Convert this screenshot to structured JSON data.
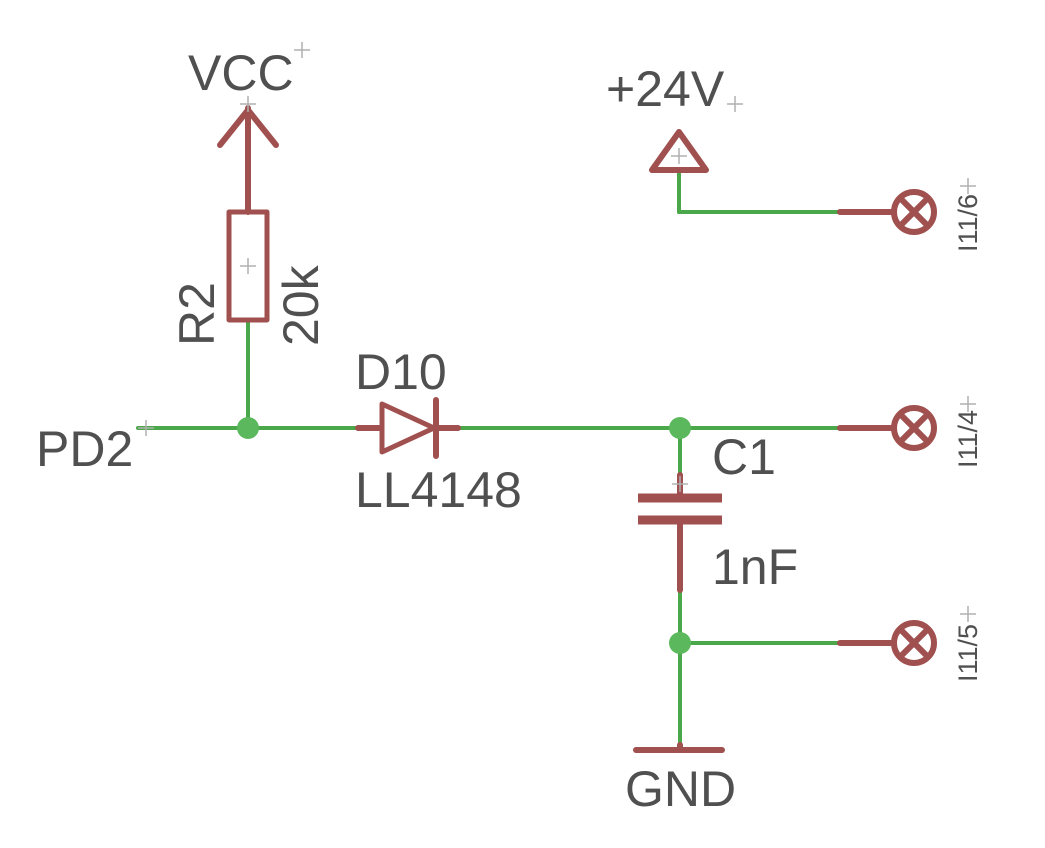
{
  "colors": {
    "wire": "#4aa84a",
    "symbol": "#a0504e",
    "junction": "#5cb85c",
    "text": "#505050",
    "origin": "#b0b0b0"
  },
  "labels": {
    "vcc": "VCC",
    "plus24": "+24V",
    "gnd": "GND",
    "net_pd2": "PD2"
  },
  "components": {
    "resistor": {
      "name": "R2",
      "value": "20k"
    },
    "diode": {
      "name": "D10",
      "value": "LL4148"
    },
    "capacitor": {
      "name": "C1",
      "value": "1nF"
    }
  },
  "connectors": {
    "pin_top": "I11/6",
    "pin_mid": "I11/4",
    "pin_bot": "I11/5"
  }
}
